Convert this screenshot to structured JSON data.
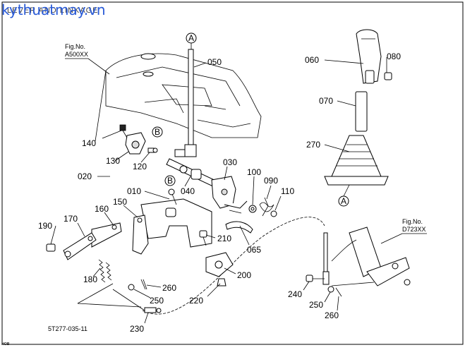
{
  "watermark": "kythuatmay.vn",
  "header_text": "LEVER AND LINKAGE",
  "figure_refs": [
    {
      "fig": "Fig.No.",
      "code": "A500XX"
    },
    {
      "fig": "Fig.No.",
      "code": "D723XX"
    }
  ],
  "callouts": {
    "a_top": "A",
    "a_bottom": "A",
    "b_upper": "B",
    "b_lower": "B"
  },
  "parts": [
    {
      "id": "010"
    },
    {
      "id": "020"
    },
    {
      "id": "030"
    },
    {
      "id": "040"
    },
    {
      "id": "050"
    },
    {
      "id": "060"
    },
    {
      "id": "065"
    },
    {
      "id": "070"
    },
    {
      "id": "080"
    },
    {
      "id": "090"
    },
    {
      "id": "100"
    },
    {
      "id": "110"
    },
    {
      "id": "120"
    },
    {
      "id": "130"
    },
    {
      "id": "140"
    },
    {
      "id": "150"
    },
    {
      "id": "160"
    },
    {
      "id": "170"
    },
    {
      "id": "180"
    },
    {
      "id": "190"
    },
    {
      "id": "200"
    },
    {
      "id": "210"
    },
    {
      "id": "220"
    },
    {
      "id": "230"
    },
    {
      "id": "240"
    },
    {
      "id": "250"
    },
    {
      "id": "250"
    },
    {
      "id": "260"
    },
    {
      "id": "260"
    },
    {
      "id": "270"
    }
  ],
  "drawing_code": "5T277-035-11",
  "corner_note": "нов"
}
